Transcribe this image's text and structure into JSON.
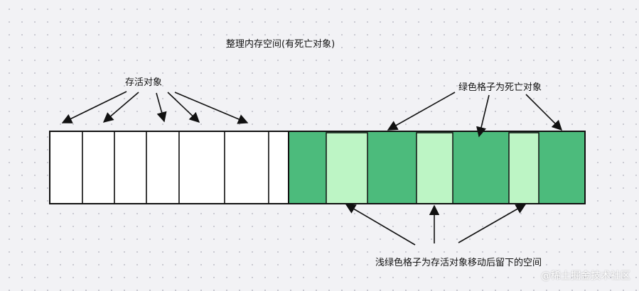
{
  "title": "整理内存空间(有死亡对象)",
  "live_objects_label": "存活对象",
  "dead_objects_label": "绿色格子为死亡对象",
  "moved_space_label": "浅绿色格子为存活对象移动后留下的空间",
  "watermark": "@稀土掘金技术社区",
  "colors": {
    "live_cell": "#ffffff",
    "dead_cell": "#4cbb7c",
    "freed_cell": "#bdf5c5",
    "border": "#111111"
  }
}
